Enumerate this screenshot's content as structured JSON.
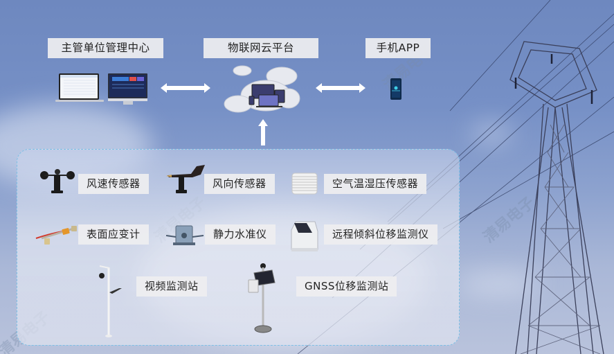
{
  "top": {
    "management_center": {
      "label": "主管单位管理中心",
      "icon": "laptop-monitor-icon"
    },
    "cloud_platform": {
      "label": "物联网云平台",
      "icon": "cloud-devices-icon"
    },
    "mobile_app": {
      "label": "手机APP",
      "icon": "smartphone-icon"
    }
  },
  "sensors": [
    {
      "label": "风速传感器",
      "icon": "anemometer-icon"
    },
    {
      "label": "风向传感器",
      "icon": "wind-vane-icon"
    },
    {
      "label": "空气温湿压传感器",
      "icon": "louvered-shield-icon"
    },
    {
      "label": "表面应变计",
      "icon": "strain-gauge-icon"
    },
    {
      "label": "静力水准仪",
      "icon": "static-level-icon"
    },
    {
      "label": "远程倾斜位移监测仪",
      "icon": "tilt-monitor-icon"
    },
    {
      "label": "视频监测站",
      "icon": "camera-pole-icon"
    },
    {
      "label": "GNSS位移监测站",
      "icon": "gnss-station-icon"
    }
  ],
  "watermark": "清易电子",
  "colors": {
    "panel_border": "#7cc0e6",
    "label_bg": "#eeeef0",
    "sky": "#7690c6"
  }
}
